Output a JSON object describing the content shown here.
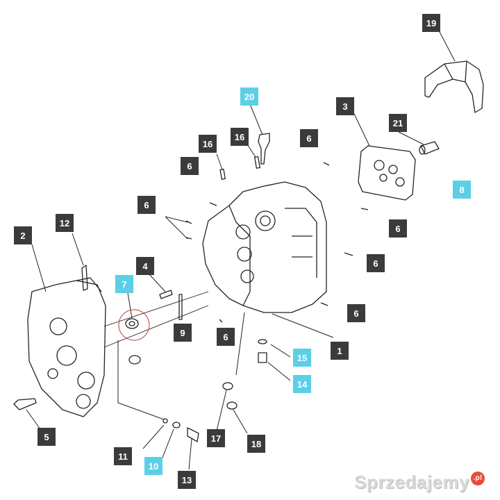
{
  "callouts": [
    {
      "id": "c19",
      "label": "19",
      "highlight": false
    },
    {
      "id": "c20",
      "label": "20",
      "highlight": true
    },
    {
      "id": "c3",
      "label": "3",
      "highlight": false
    },
    {
      "id": "c21",
      "label": "21",
      "highlight": false
    },
    {
      "id": "c16a",
      "label": "16",
      "highlight": false
    },
    {
      "id": "c16b",
      "label": "16",
      "highlight": false
    },
    {
      "id": "c6a",
      "label": "6",
      "highlight": false
    },
    {
      "id": "c6b",
      "label": "6",
      "highlight": false
    },
    {
      "id": "c8",
      "label": "8",
      "highlight": true
    },
    {
      "id": "c6c",
      "label": "6",
      "highlight": false
    },
    {
      "id": "c6d",
      "label": "6",
      "highlight": false
    },
    {
      "id": "c12",
      "label": "12",
      "highlight": false
    },
    {
      "id": "c2",
      "label": "2",
      "highlight": false
    },
    {
      "id": "c6e",
      "label": "6",
      "highlight": false
    },
    {
      "id": "c4",
      "label": "4",
      "highlight": false
    },
    {
      "id": "c7",
      "label": "7",
      "highlight": true
    },
    {
      "id": "c6f",
      "label": "6",
      "highlight": false
    },
    {
      "id": "c9",
      "label": "9",
      "highlight": false
    },
    {
      "id": "c6g",
      "label": "6",
      "highlight": false
    },
    {
      "id": "c1",
      "label": "1",
      "highlight": false
    },
    {
      "id": "c15",
      "label": "15",
      "highlight": true
    },
    {
      "id": "c14",
      "label": "14",
      "highlight": true
    },
    {
      "id": "c5",
      "label": "5",
      "highlight": false
    },
    {
      "id": "c17",
      "label": "17",
      "highlight": false
    },
    {
      "id": "c18",
      "label": "18",
      "highlight": false
    },
    {
      "id": "c11",
      "label": "11",
      "highlight": false
    },
    {
      "id": "c10",
      "label": "10",
      "highlight": true
    },
    {
      "id": "c13",
      "label": "13",
      "highlight": false
    }
  ],
  "colors": {
    "dark_label": "#3b3b3b",
    "highlight_label": "#5ccfe6",
    "line": "#222222",
    "circle_marker": "#c04040"
  },
  "watermark": {
    "text": "Sprzedajemy",
    "suffix": ".pl"
  }
}
